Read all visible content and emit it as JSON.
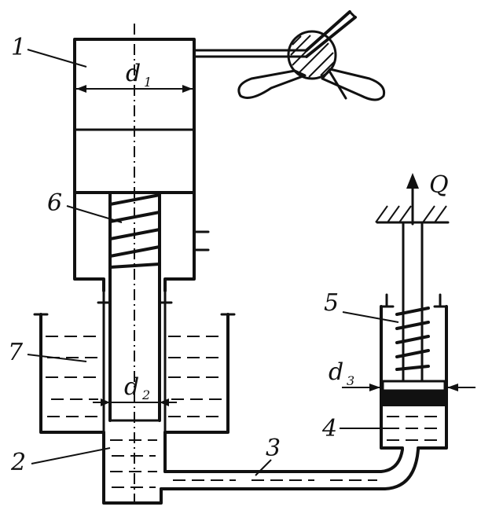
{
  "labels": {
    "part_1": "1",
    "part_2": "2",
    "part_3": "3",
    "part_4": "4",
    "part_5": "5",
    "part_6": "6",
    "part_7": "7",
    "force": "Q",
    "d1_main": "d",
    "d1_sub": "1",
    "d2_main": "d",
    "d2_sub": "2",
    "d3_main": "d",
    "d3_sub": "3"
  },
  "colors": {
    "ink": "#111111",
    "background": "#ffffff"
  }
}
